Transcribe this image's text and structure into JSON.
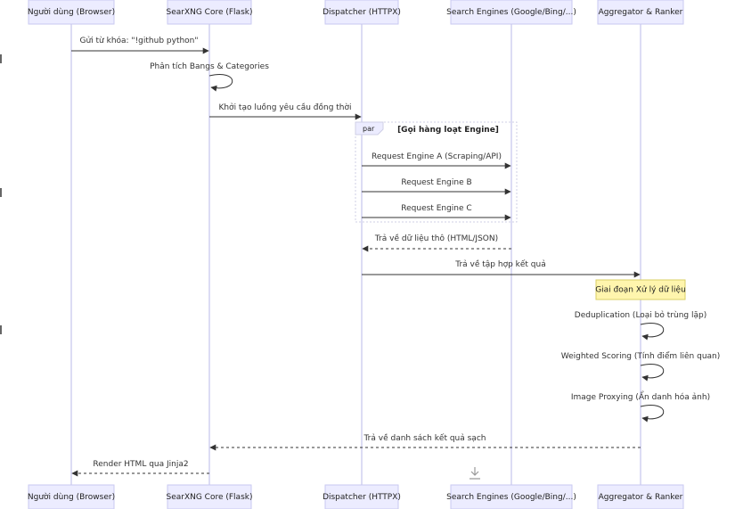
{
  "actors": [
    {
      "id": "user",
      "label": "Người dùng (Browser)"
    },
    {
      "id": "core",
      "label": "SearXNG Core (Flask)"
    },
    {
      "id": "dispatcher",
      "label": "Dispatcher (HTTPX)"
    },
    {
      "id": "engines",
      "label": "Search Engines (Google/Bing/...)"
    },
    {
      "id": "aggregator",
      "label": "Aggregator & Ranker"
    }
  ],
  "messages": [
    {
      "from": "user",
      "to": "core",
      "label": "Gửi từ khóa: \"!github python\"",
      "style": "solid"
    },
    {
      "from": "core",
      "to": "core",
      "label": "Phân tích Bangs & Categories",
      "style": "self"
    },
    {
      "from": "core",
      "to": "dispatcher",
      "label": "Khởi tạo luồng yêu cầu đồng thời",
      "style": "solid"
    },
    {
      "from": "dispatcher",
      "to": "engines",
      "label": "Request Engine A (Scraping/API)",
      "style": "solid"
    },
    {
      "from": "dispatcher",
      "to": "engines",
      "label": "Request Engine B",
      "style": "solid"
    },
    {
      "from": "dispatcher",
      "to": "engines",
      "label": "Request Engine C",
      "style": "solid"
    },
    {
      "from": "engines",
      "to": "dispatcher",
      "label": "Trả về dữ liệu thô (HTML/JSON)",
      "style": "dashed"
    },
    {
      "from": "dispatcher",
      "to": "aggregator",
      "label": "Trả về tập hợp kết quả",
      "style": "solid"
    },
    {
      "from": "aggregator",
      "to": "aggregator",
      "label": "Deduplication (Loại bỏ trùng lặp)",
      "style": "self"
    },
    {
      "from": "aggregator",
      "to": "aggregator",
      "label": "Weighted Scoring (Tính điểm liên quan)",
      "style": "self"
    },
    {
      "from": "aggregator",
      "to": "aggregator",
      "label": "Image Proxying (Ẩn danh hóa ảnh)",
      "style": "self"
    },
    {
      "from": "aggregator",
      "to": "core",
      "label": "Trả về danh sách kết quả sạch",
      "style": "dashed"
    },
    {
      "from": "core",
      "to": "user",
      "label": "Render HTML qua Jinja2",
      "style": "dashed"
    }
  ],
  "par_block": {
    "tag": "par",
    "title": "[Gọi hàng loạt Engine]"
  },
  "note": {
    "over": "aggregator",
    "text": "Giai đoạn Xử lý dữ liệu"
  }
}
